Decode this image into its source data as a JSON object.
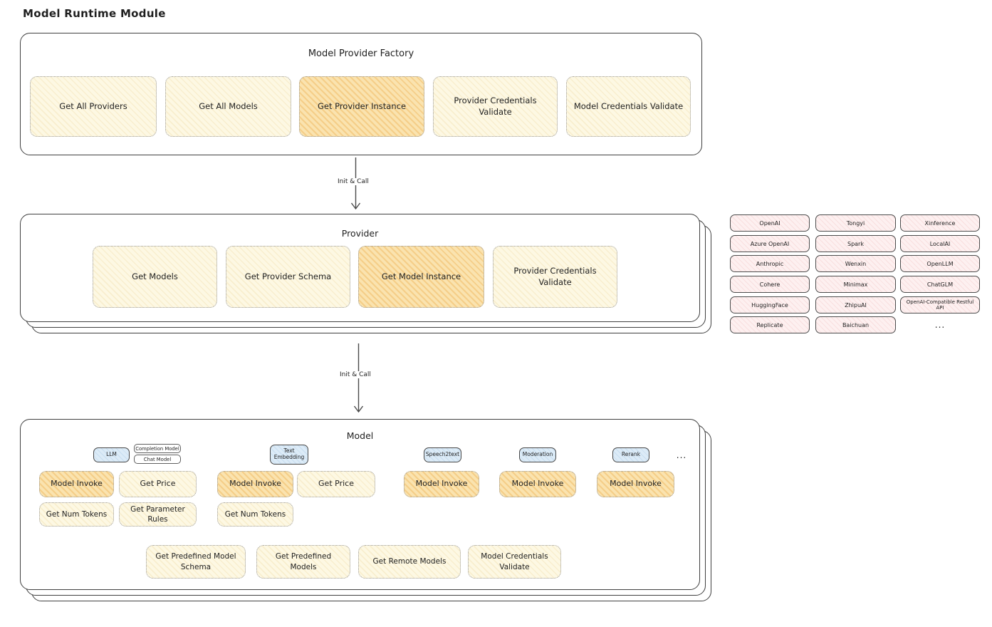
{
  "diagram": {
    "title": "Model Runtime Module",
    "arrow_label": "Init & Call",
    "factory": {
      "title": "Model Provider Factory",
      "nodes": [
        "Get All Providers",
        "Get All Models",
        "Get Provider Instance",
        "Provider Credentials Validate",
        "Model Credentials Validate"
      ]
    },
    "provider": {
      "title": "Provider",
      "nodes": [
        "Get Models",
        "Get Provider Schema",
        "Get Model Instance",
        "Provider Credentials Validate"
      ]
    },
    "providers_grid": {
      "items": [
        "OpenAI",
        "Tongyi",
        "Xinference",
        "Azure OpenAI",
        "Spark",
        "LocalAI",
        "Anthropic",
        "Wenxin",
        "OpenLLM",
        "Cohere",
        "Minimax",
        "ChatGLM",
        "HuggingFace",
        "ZhipuAI",
        "OpenAI-Compatible Restful API",
        "Replicate",
        "Baichuan"
      ],
      "more": "..."
    },
    "model": {
      "title": "Model",
      "tags": [
        "LLM",
        "Completion Model",
        "Chat Model",
        "Text Embedding",
        "Speech2text",
        "Moderation",
        "Rerank"
      ],
      "more": "...",
      "ops": {
        "model_invoke": "Model Invoke",
        "get_price": "Get Price",
        "get_num_tokens": "Get Num Tokens",
        "get_parameter_rules": "Get Parameter Rules",
        "get_predefined_model_schema": "Get Predefined Model Schema",
        "get_predefined_models": "Get Predefined Models",
        "get_remote_models": "Get Remote Models",
        "model_credentials_validate": "Model Credentials Validate"
      }
    },
    "colors": {
      "cream": "#fdf8e3",
      "orange": "#fae3af",
      "pink": "#fdf0f0",
      "blue": "#dcebf7",
      "frame_border": "#3f3f3f",
      "dotted_border": "#9b9b9b"
    }
  }
}
